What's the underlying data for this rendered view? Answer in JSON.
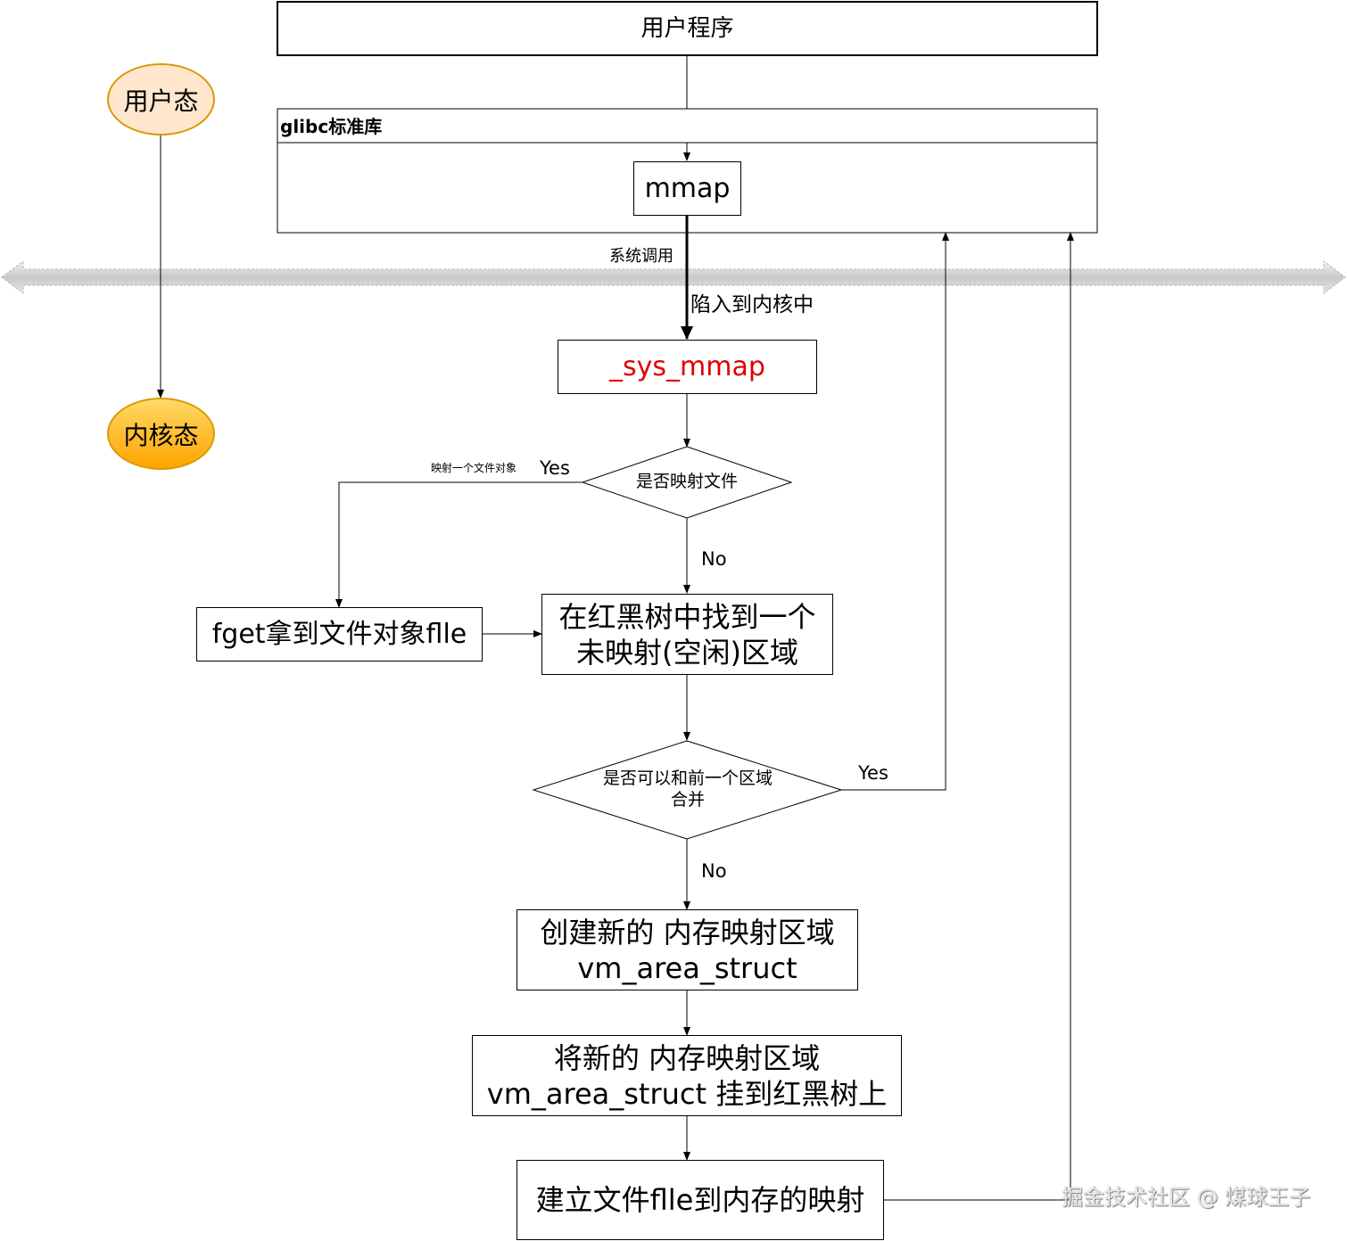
{
  "user_program": "用户程序",
  "glibc_header": "glibc标准库",
  "mmap": "mmap",
  "syscall_label": "系统调用",
  "trap_label": "陷入到内核中",
  "sys_mmap": "_sys_mmap",
  "user_mode": "用户态",
  "kernel_mode": "内核态",
  "decision_file": "是否映射文件",
  "map_file_object": "映射一个文件对象",
  "yes_1": "Yes",
  "no_1": "No",
  "fget_box": "fget拿到文件对象flle",
  "find_region_line1": "在红黑树中找到一个",
  "find_region_line2": "未映射(空闲)区域",
  "decision_merge_line1": "是否可以和前一个区域",
  "decision_merge_line2": "合并",
  "yes_2": "Yes",
  "no_2": "No",
  "create_vma_line1": "创建新的 内存映射区域",
  "create_vma_line2": "vm_area_struct",
  "insert_vma_line1": "将新的 内存映射区域",
  "insert_vma_line2": "vm_area_struct 挂到红黑树上",
  "establish_mapping": "建立文件flle到内存的映射",
  "watermark": "掘金技术社区 @ 煤球王子",
  "colors": {
    "sys_mmap_text": "#e00000",
    "user_mode_fill": "#ffe6cc",
    "user_mode_border": "#d79b00",
    "kernel_mode_fill": "#ffcd28",
    "kernel_mode_border": "#d79b00",
    "boundary_arrow": "#cccccc"
  }
}
